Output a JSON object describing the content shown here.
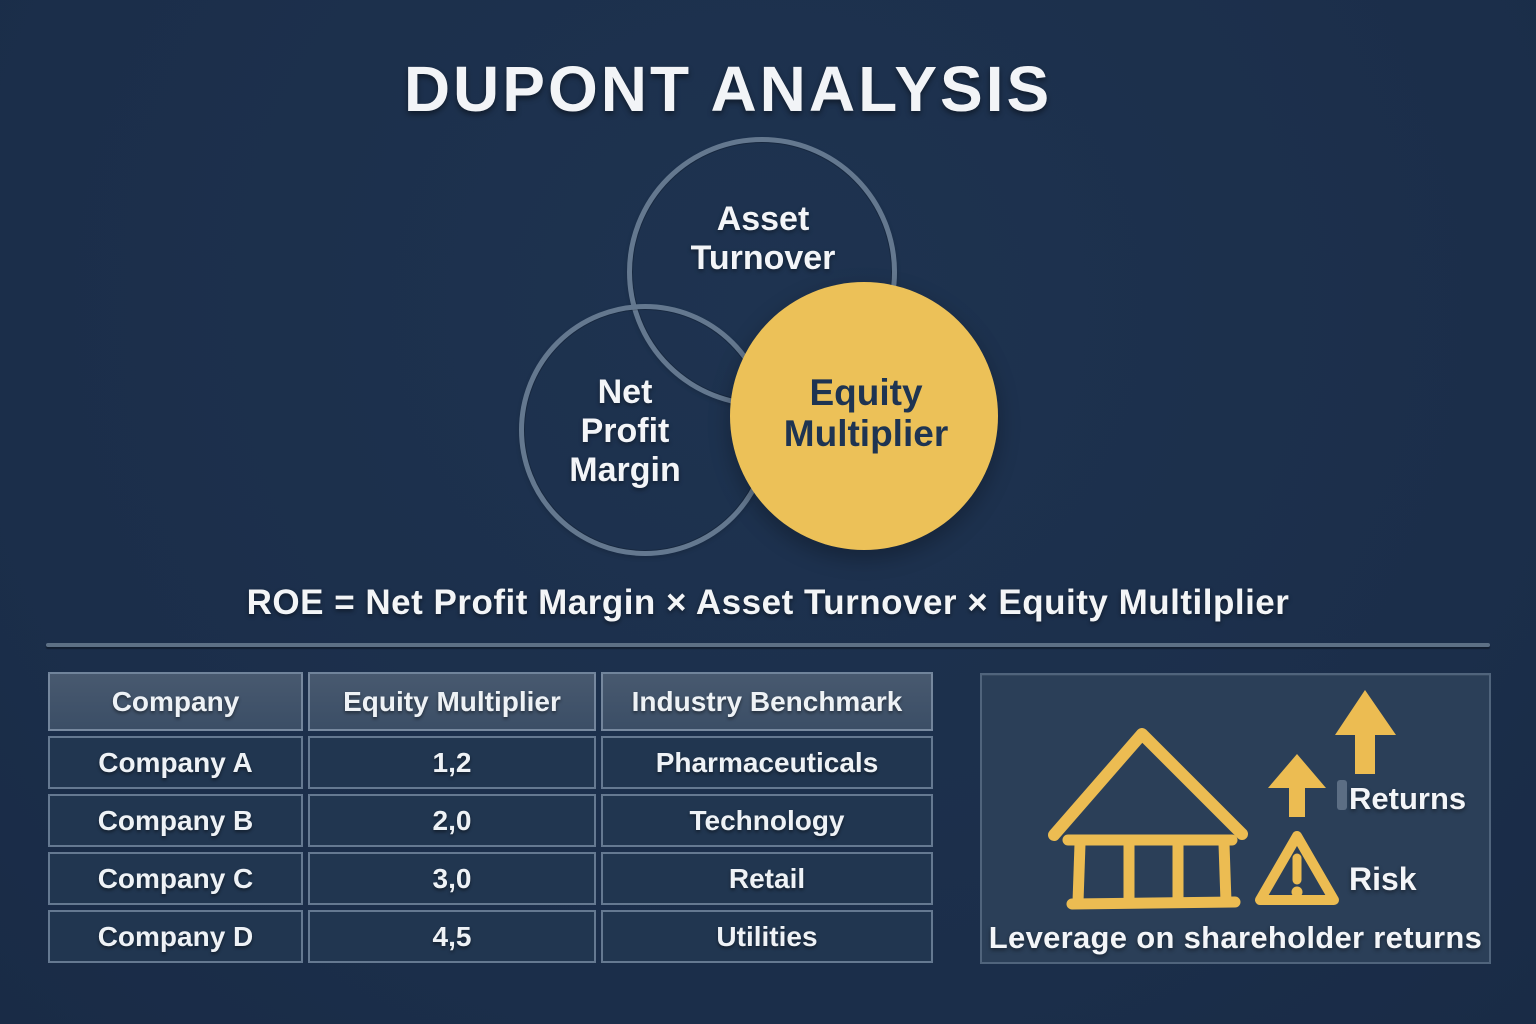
{
  "title": "DUPONT ANALYSIS",
  "venn": {
    "asset_turnover": {
      "line1": "Asset",
      "line2": "Turnover"
    },
    "net_profit_margin": {
      "line1": "Net",
      "line2": "Profit",
      "line3": "Margin"
    },
    "equity_multiplier": {
      "line1": "Equity",
      "line2": "Multiplier"
    }
  },
  "formula": "ROE =  Net Profit Margin × Asset Turnover × Equity Multilplier",
  "table": {
    "headers": [
      "Company",
      "Equity Multiplier",
      "Industry Benchmark"
    ],
    "rows": [
      [
        "Company A",
        "1,2",
        "Pharmaceuticals"
      ],
      [
        "Company B",
        "2,0",
        "Technology"
      ],
      [
        "Company C",
        "3,0",
        "Retail"
      ],
      [
        "Company D",
        "4,5",
        "Utilities"
      ]
    ]
  },
  "leverage_panel": {
    "returns_label": "Returns",
    "risk_label": "Risk",
    "caption": "Leverage on shareholder returns",
    "icons": [
      "house-icon",
      "up-arrow-small-icon",
      "up-arrow-large-icon",
      "text-cursor-icon",
      "warning-triangle-icon"
    ]
  },
  "colors": {
    "background": "#1c304d",
    "accent_gold": "#ecc158",
    "icon_gold": "#ecbc52",
    "circle_outline": "#64788f",
    "table_row_background": "#213650",
    "table_header_background": "#42556c",
    "panel_background": "#2b3f58",
    "dark_text_on_gold": "#1e3452",
    "text_white": "#f3f5f8"
  }
}
